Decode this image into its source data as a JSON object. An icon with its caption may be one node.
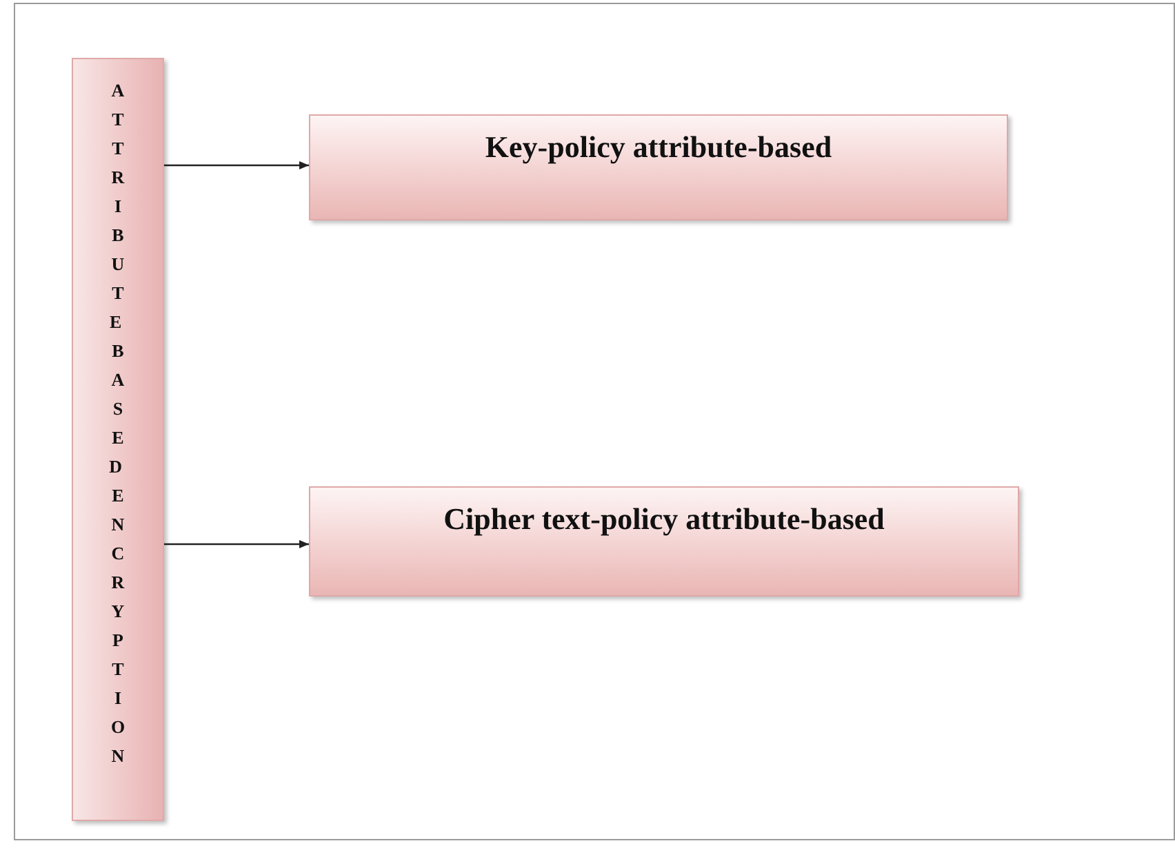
{
  "diagram": {
    "nodes": [
      {
        "text": [
          "ATTRIBUTE BASED ENCRYPTION"
        ]
      },
      {
        "text": [
          "Key-policy attribute-based"
        ]
      },
      {
        "text": [
          "Cipher text-policy attribute-based"
        ]
      }
    ],
    "edges": [
      {
        "from": 0,
        "to": 1,
        "arrow": "to"
      },
      {
        "from": 0,
        "to": 2,
        "arrow": "to"
      }
    ]
  }
}
